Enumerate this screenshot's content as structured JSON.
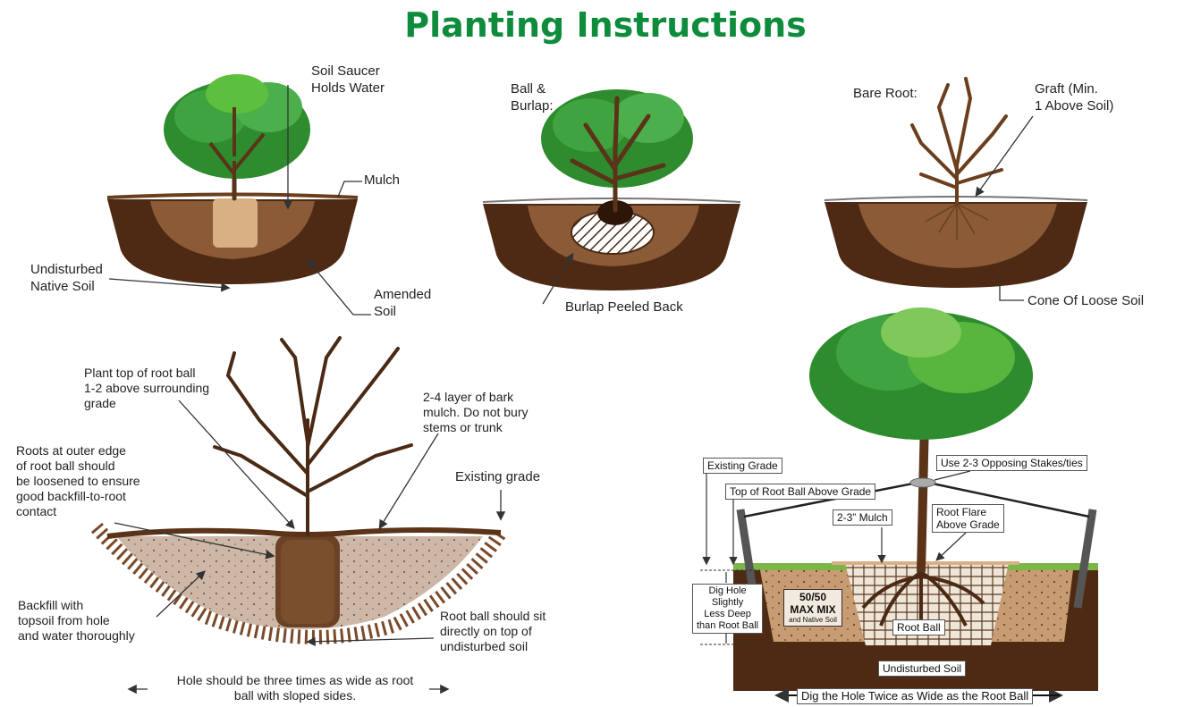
{
  "title": "Planting Instructions",
  "colors": {
    "title": "#0e8c3c",
    "soil_dark": "#5a3319",
    "soil_mid": "#8b5a36",
    "amended": "#c7936a",
    "foliage": "#2e8b2e"
  },
  "diagram1": {
    "soil_saucer": "Soil Saucer\nHolds Water",
    "mulch": "Mulch",
    "undisturbed": "Undisturbed\nNative Soil",
    "amended": "Amended\nSoil"
  },
  "diagram2": {
    "ball_burlap": "Ball &\nBurlap:",
    "burlap_peeled": "Burlap Peeled Back"
  },
  "diagram3": {
    "bare_root": "Bare Root:",
    "graft": "Graft (Min.\n1 Above Soil)",
    "cone": "Cone Of Loose Soil"
  },
  "diagram4": {
    "plant_top": "Plant top of root ball\n1-2 above surrounding\ngrade",
    "bark_mulch": "2-4 layer of bark\nmulch. Do not bury\nstems or trunk",
    "roots_outer": "Roots at outer edge\nof root ball should\nbe loosened to ensure\ngood backfill-to-root\ncontact",
    "existing_grade": "Existing grade",
    "backfill": "Backfill with\ntopsoil from hole\nand water thoroughly",
    "root_ball_sit": "Root ball should sit\ndirectly on top of\nundisturbed soil",
    "hole_wide": "Hole should be three times as wide as root\nball with sloped sides."
  },
  "diagram5": {
    "existing_grade": "Existing Grade",
    "stakes": "Use 2-3 Opposing Stakes/ties",
    "top_root_ball": "Top of Root Ball Above Grade",
    "mulch": "2-3” Mulch",
    "root_flare": "Root Flare\nAbove Grade",
    "dig_hole": "Dig Hole\nSlightly\nLess Deep\nthan Root Ball",
    "mix_title": "50/50\nMAX MIX",
    "mix_sub": "and Native Soil",
    "root_ball": "Root Ball",
    "undisturbed": "Undisturbed Soil",
    "dig_wide": "Dig the Hole Twice as Wide as the Root Ball"
  }
}
